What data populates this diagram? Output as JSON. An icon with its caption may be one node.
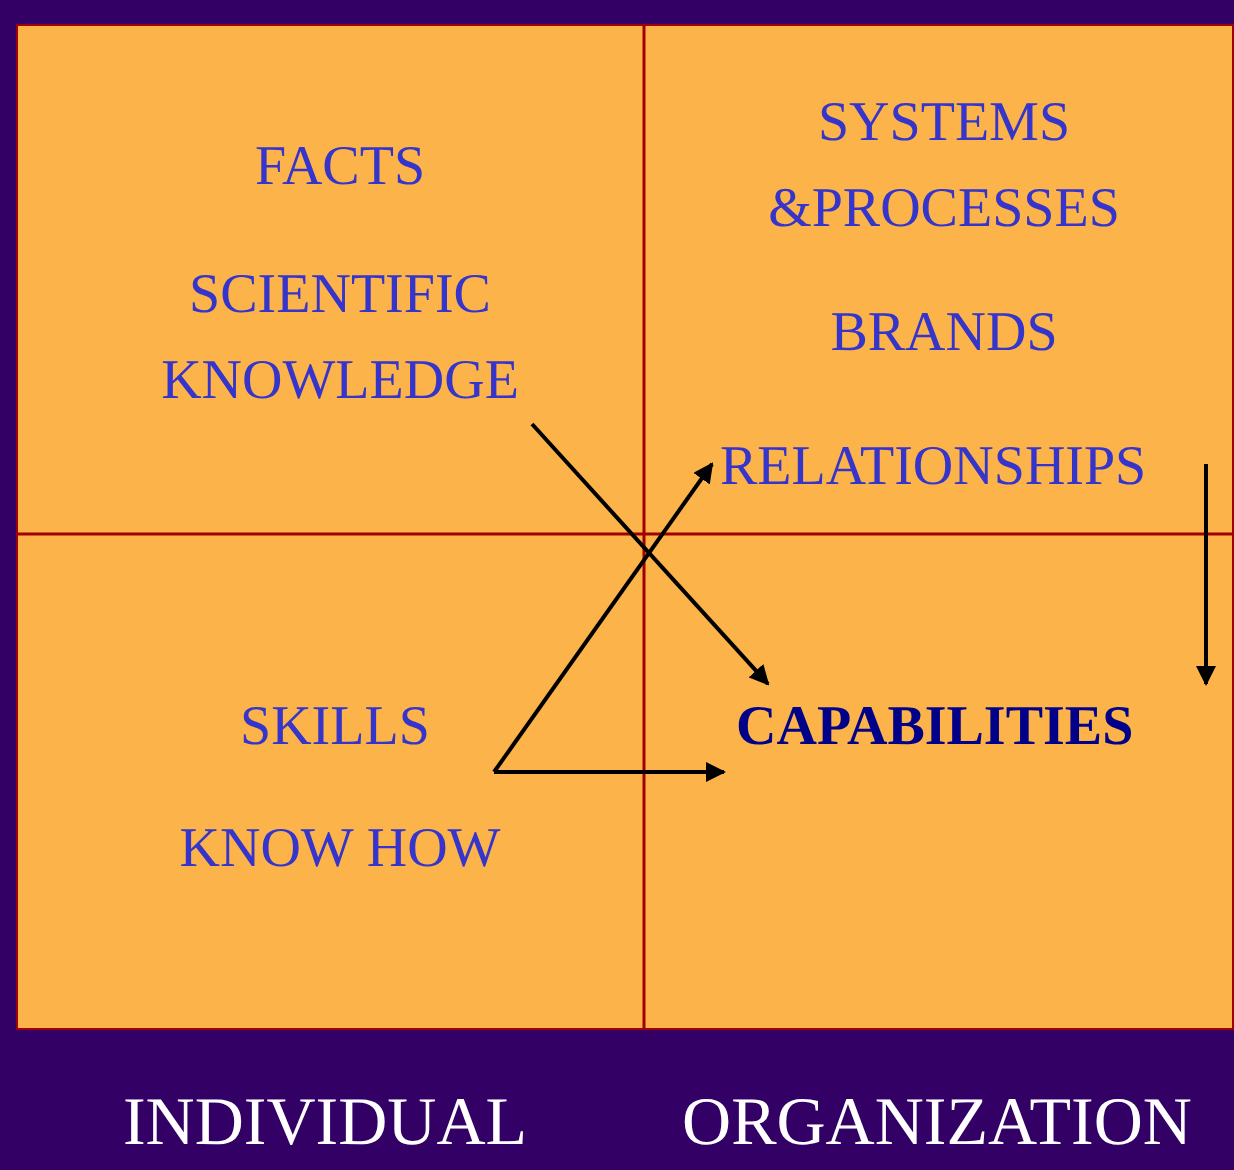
{
  "diagram": {
    "nodes": [
      {
        "text": [
          "SCIENTIFIC KNOWLEDGE"
        ]
      },
      {
        "text": [
          "RELATIONSHIPS"
        ]
      },
      {
        "text": [
          "SKILLS"
        ]
      },
      {
        "text": [
          "CAPABILITIES"
        ]
      }
    ],
    "edges": [
      {
        "from": 0,
        "to": 3,
        "arrow": "to"
      },
      {
        "from": 2,
        "to": 1,
        "arrow": "to"
      },
      {
        "from": 2,
        "to": 3,
        "arrow": "to"
      },
      {
        "from": 1,
        "to": 3,
        "arrow": "to"
      }
    ],
    "labels": [
      "FACTS",
      "SYSTEMS &PROCESSES",
      "BRANDS",
      "KNOW HOW",
      "INDIVIDUAL",
      "ORGANIZATION"
    ]
  }
}
